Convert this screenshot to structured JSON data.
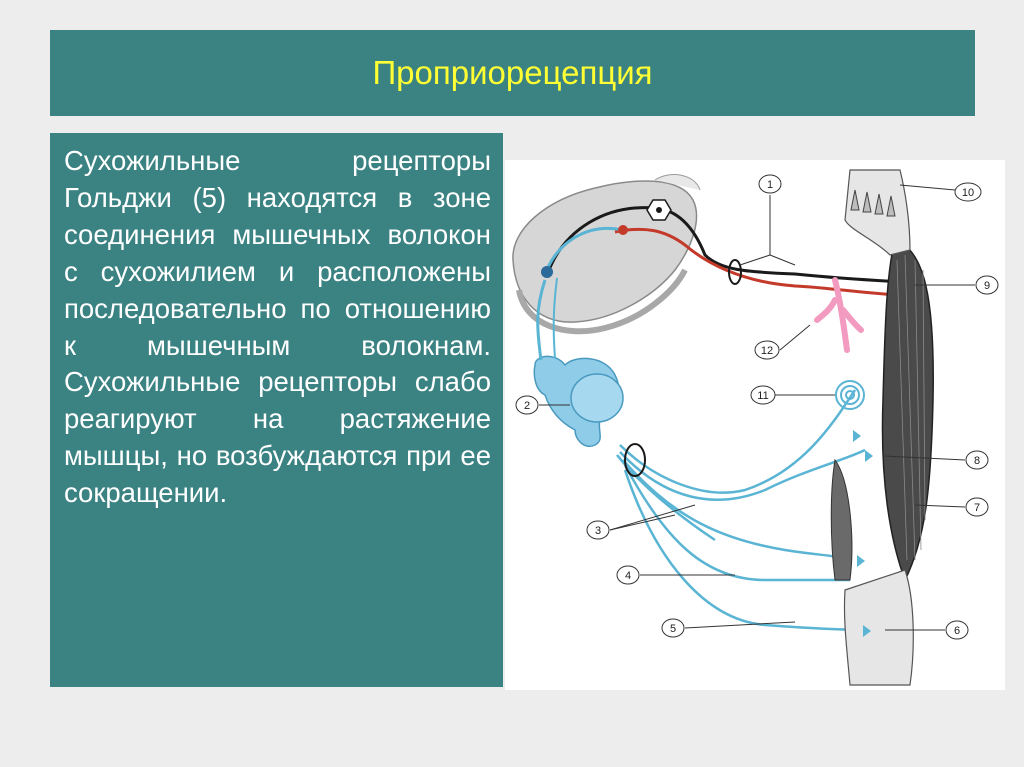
{
  "slide": {
    "title": "Проприорецепция",
    "body": "Сухожильные рецепторы Гольджи (5) находятся в зоне соединения мышечных волокон с сухожилием и расположены последовательно по отношению к мышечным волокнам. Сухожильные рецепторы слабо реагируют на растяжение мышцы, но возбуждаются при ее сокращении."
  },
  "figure": {
    "labels": [
      "1",
      "2",
      "3",
      "4",
      "5",
      "6",
      "7",
      "8",
      "9",
      "10",
      "11",
      "12"
    ],
    "colors": {
      "nerve_blue": "#5ab4d4",
      "nerve_black": "#1a1a1a",
      "nerve_red": "#c43a2a",
      "vessel_pink": "#f29ac0",
      "muscle_dark": "#3a3a3a",
      "spinal_gray": "#d6d6d6"
    }
  }
}
